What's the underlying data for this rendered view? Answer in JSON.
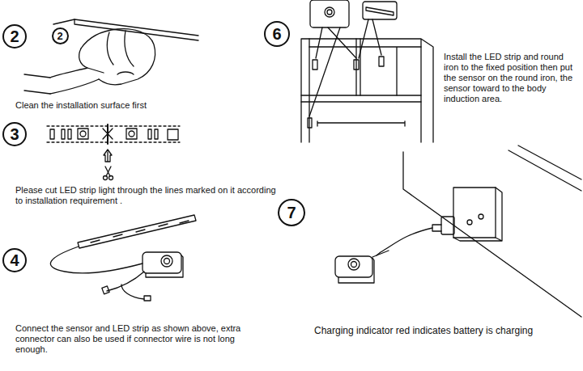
{
  "diagram": {
    "nodes": [
      {
        "text": [
          "2"
        ]
      },
      {
        "text": [
          "2"
        ]
      },
      {
        "text": [
          "6"
        ]
      },
      {
        "text": [
          "3"
        ]
      },
      {
        "text": [
          "7"
        ]
      },
      {
        "text": [
          "4"
        ]
      }
    ],
    "labels": [
      "Clean the installation surface first",
      "Install the LED strip and round iron to the fixed position then put the sensor on the round iron, the sensor toward to the body induction area.",
      "Please cut LED strip light through the lines marked on it according to installation requirement .",
      "Charging indicator red indicates battery is charging",
      "Connect the sensor and LED strip as shown above, extra connector can also be used if connector wire is not long enough."
    ]
  }
}
